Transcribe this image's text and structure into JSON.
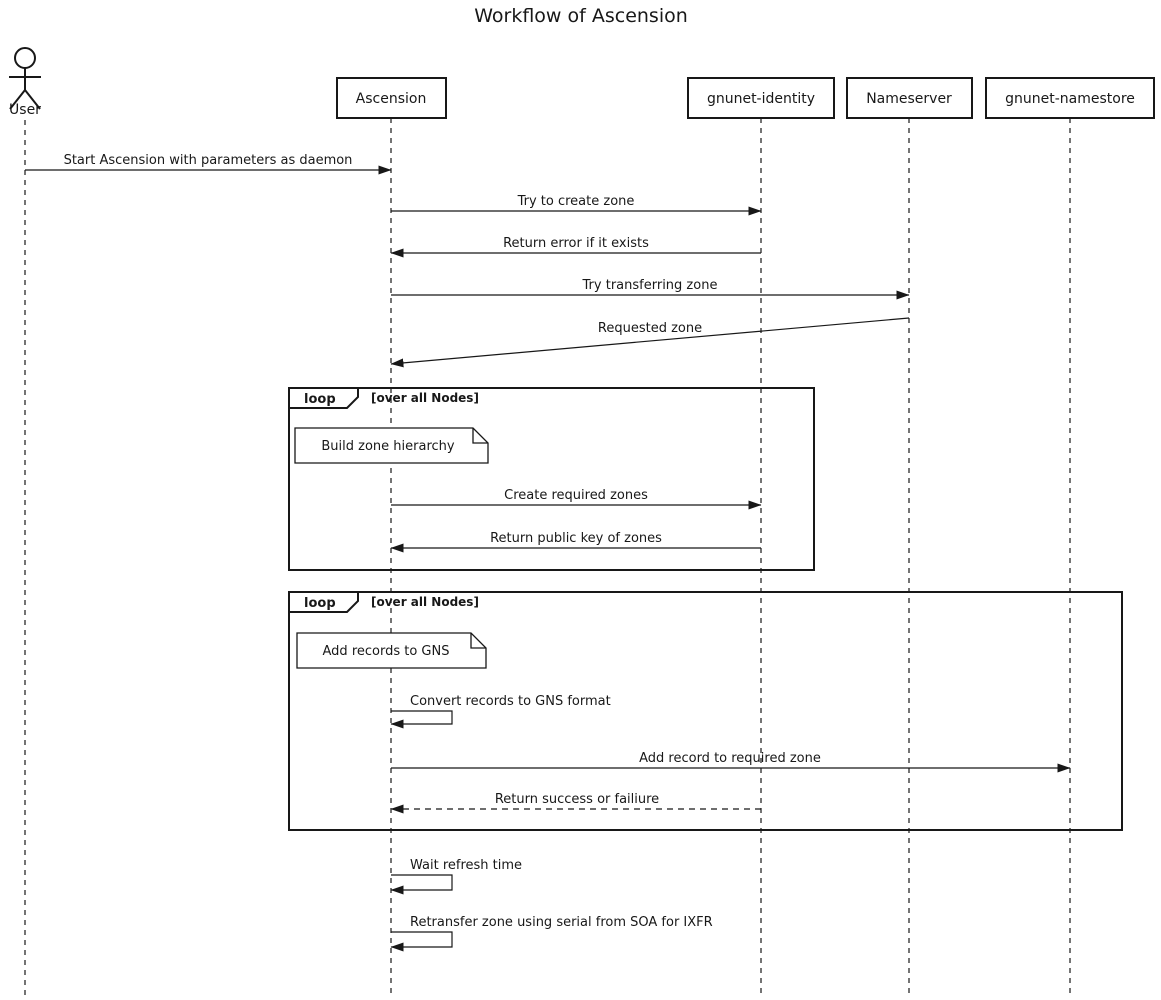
{
  "title": "Workflow of Ascension",
  "colors": {
    "stroke": "#181818",
    "background": "#ffffff"
  },
  "participants": [
    {
      "id": "user",
      "label": "User",
      "type": "actor"
    },
    {
      "id": "ascension",
      "label": "Ascension",
      "type": "box"
    },
    {
      "id": "gnunet-identity",
      "label": "gnunet-identity",
      "type": "box"
    },
    {
      "id": "nameserver",
      "label": "Nameserver",
      "type": "box"
    },
    {
      "id": "gnunet-namestore",
      "label": "gnunet-namestore",
      "type": "box"
    }
  ],
  "messages": [
    {
      "label": "Start Ascension with parameters as daemon",
      "from": "User",
      "to": "Ascension",
      "style": "solid"
    },
    {
      "label": "Try to create zone",
      "from": "Ascension",
      "to": "gnunet-identity",
      "style": "solid"
    },
    {
      "label": "Return error if it exists",
      "from": "gnunet-identity",
      "to": "Ascension",
      "style": "solid"
    },
    {
      "label": "Try transferring zone",
      "from": "Ascension",
      "to": "Nameserver",
      "style": "solid"
    },
    {
      "label": "Requested zone",
      "from": "Nameserver",
      "to": "Ascension",
      "style": "solid-diagonal"
    },
    {
      "label": "Create required zones",
      "from": "Ascension",
      "to": "gnunet-identity",
      "style": "solid"
    },
    {
      "label": "Return public key of zones",
      "from": "gnunet-identity",
      "to": "Ascension",
      "style": "solid"
    },
    {
      "label": "Convert records to GNS format",
      "from": "Ascension",
      "to": "Ascension",
      "style": "self"
    },
    {
      "label": "Add record to required zone",
      "from": "Ascension",
      "to": "gnunet-namestore",
      "style": "solid"
    },
    {
      "label": "Return success or failiure",
      "from": "gnunet-identity",
      "to": "Ascension",
      "style": "dashed"
    },
    {
      "label": "Wait refresh time",
      "from": "Ascension",
      "to": "Ascension",
      "style": "self"
    },
    {
      "label": "Retransfer zone using serial from SOA for IXFR",
      "from": "Ascension",
      "to": "Ascension",
      "style": "self"
    }
  ],
  "loops": [
    {
      "label": "loop",
      "condition": "[over all Nodes]"
    },
    {
      "label": "loop",
      "condition": "[over all Nodes]"
    }
  ],
  "notes": [
    {
      "text": "Build zone hierarchy"
    },
    {
      "text": "Add records to GNS"
    }
  ]
}
